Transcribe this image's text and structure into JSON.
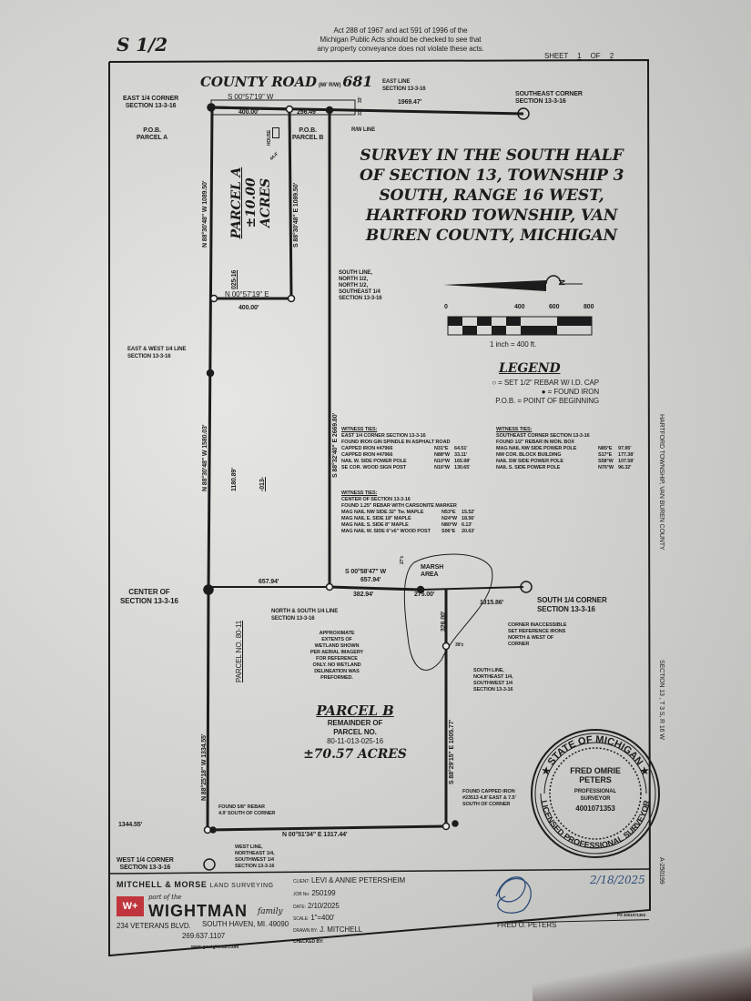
{
  "header": {
    "sheet_code": "S 1/2",
    "act_notice": [
      "Act 288 of 1967 and act 591 of 1996 of the",
      "Michigan Public Acts should be checked to see that",
      "any property conveyance does not violate these acts."
    ],
    "sheet_label": "SHEET",
    "sheet_num": "1",
    "of_label": "OF",
    "sheet_total": "2"
  },
  "road": {
    "name": "COUNTY ROAD",
    "row": "(66' R/W)",
    "number": "681",
    "bearing": "S 00°57'19\" W",
    "seg1": "400.00'",
    "seg2": "256.49'",
    "east_dist": "1969.47'",
    "row_a": "33'",
    "row_b": "33'"
  },
  "labels": {
    "east_quarter_corner": [
      "EAST 1/4 CORNER",
      "SECTION 13-3-16"
    ],
    "east_line": [
      "EAST LINE",
      "SECTION 13-3-16"
    ],
    "southeast_corner": [
      "SOUTHEAST CORNER",
      "SECTION 13-3-16"
    ],
    "pob_a": [
      "P.O.B.",
      "PARCEL A"
    ],
    "pob_b": [
      "P.O.B.",
      "PARCEL B"
    ],
    "house": "HOUSE",
    "house_dist": "44.4'",
    "rw_line": "R/W LINE",
    "south_line_north_half": [
      "SOUTH LINE,",
      "NORTH 1/2,",
      "NORTH 1/2,",
      "SOUTHEAST 1/4",
      "SECTION 13-3-16"
    ],
    "east_west_line": [
      "EAST & WEST 1/4 LINE",
      "SECTION 13-3-16"
    ],
    "center_section": [
      "CENTER OF",
      "SECTION 13-3-16"
    ],
    "north_south_line": [
      "NORTH & SOUTH 1/4 LINE",
      "SECTION 13-3-16"
    ],
    "marsh": [
      "MARSH",
      "AREA"
    ],
    "south_quarter_corner": [
      "SOUTH 1/4 CORNER",
      "SECTION 13-3-16"
    ],
    "corner_inaccessible": [
      "CORNER INACCESSIBLE",
      "SET REFERENCE IRONS",
      "NORTH & WEST OF",
      "CORNER"
    ],
    "wetland": [
      "APPROXIMATE",
      "EXTENTS OF",
      "WETLAND SHOWN",
      "PER AERIAL IMAGERY",
      "FOR REFERENCE",
      "ONLY. NO WETLAND",
      "DELINEATION WAS",
      "PREFORMED."
    ],
    "south_line_ne": [
      "SOUTH LINE,",
      "NORTHEAST 1/4,",
      "SOUTHWEST 1/4",
      "SECTION 13-3-16"
    ],
    "parcel_no_8011": "PARCEL NO. 80-11",
    "found_capped": [
      "FOUND CAPPED IRON",
      "#23513 4.8' EAST & 7.5'",
      "SOUTH OF CORNER"
    ],
    "found_rebar": [
      "FOUND 5/8\" REBAR",
      "4.9' SOUTH OF CORNER"
    ],
    "west_line": [
      "WEST LINE,",
      "NORTHEAST 1/4,",
      "SOUTHWEST 1/4",
      "SECTION 13-3-16"
    ],
    "west_quarter_corner": [
      "WEST 1/4 CORNER",
      "SECTION 13-3-16"
    ],
    "sec013": "-013-",
    "sec025": "025-16"
  },
  "dims": {
    "a_west": "N 88°30'48\" W  1089.50'",
    "a_east": "S 88°30'48\" E  1089.50'",
    "a_south_bearing": "N 00°57'19\" E",
    "a_south_dist": "400.00'",
    "east_long": "S 88°32'40\" E  2669.80'",
    "west_mid": "N 88°30'48\" W  1580.03'",
    "west_mid_part": "1180.89'",
    "center_dist": "657.94'",
    "s_bearing": "S 00°58'47\" W",
    "s_dist": "657.94'",
    "d382": "382.94'",
    "d275": "275.00'",
    "d1315": "1315.86'",
    "d326": "326.00'",
    "d27": "27'±",
    "d39": "39'±",
    "west_low": "N 88°25'18\" W  1334.55'",
    "east_low": "S 88°29'15\" E  1005.77'",
    "bottom": "N 00°51'34\" E  1317.44'",
    "d1344": "1344.55'"
  },
  "title": [
    "SURVEY IN THE SOUTH HALF",
    "OF SECTION 13, TOWNSHIP 3",
    "SOUTH, RANGE 16 WEST,",
    "HARTFORD TOWNSHIP, VAN",
    "BUREN COUNTY, MICHIGAN"
  ],
  "parcel_a": {
    "name": "PARCEL A",
    "area": "±10.00",
    "unit": "ACRES"
  },
  "parcel_b": {
    "name": "PARCEL B",
    "lines": [
      "REMAINDER OF",
      "PARCEL NO.",
      "80-11-013-025-16"
    ],
    "area": "±70.57 ACRES"
  },
  "scale": {
    "north": "N",
    "ticks": [
      "0",
      "400",
      "600",
      "800"
    ],
    "text": "1 inch = 400 ft."
  },
  "legend": {
    "title": "LEGEND",
    "items": [
      "○ = SET 1/2\" REBAR W/ I.D. CAP",
      "● = FOUND IRON",
      "P.O.B. = POINT OF BEGINNING"
    ]
  },
  "witness": [
    {
      "title": "WITNESS TIES:",
      "lines": [
        [
          "EAST 1/4 CORNER SECTION 13-3-16",
          "",
          ""
        ],
        [
          "FOUND IRON GIN SPINDLE IN ASPHALT ROAD",
          "",
          ""
        ],
        [
          "CAPPED IRON #47966",
          "N31°E",
          "64.51'"
        ],
        [
          "CAPPED IRON #47966",
          "N88°W",
          "33.11'"
        ],
        [
          "NAIL W. SIDE POWER POLE",
          "N10°W",
          "165.98'"
        ],
        [
          "SE COR. WOOD SIGN POST",
          "N16°W",
          "130.65'"
        ]
      ]
    },
    {
      "title": "WITNESS TIES:",
      "lines": [
        [
          "SOUTHEAST CORNER SECTION 13-3-16",
          "",
          ""
        ],
        [
          "FOUND 1/2\" REBAR IN MON. BOX",
          "",
          ""
        ],
        [
          "MAG NAIL NW SIDE POWER POLE",
          "N85°E",
          "97.95'"
        ],
        [
          "NW COR. BLOCK BUILDING",
          "S17°E",
          "177.38'"
        ],
        [
          "NAIL SW SIDE POWER POLE",
          "S58°W",
          "107.58'"
        ],
        [
          "NAIL S. SIDE POWER POLE",
          "N76°W",
          "96.32'"
        ]
      ]
    },
    {
      "title": "WITNESS TIES:",
      "lines": [
        [
          "CENTER OF SECTION 13-3-16",
          "",
          ""
        ],
        [
          "FOUND 1.25\" REBAR WITH CARSONITE MARKER",
          "",
          ""
        ],
        [
          "MAG NAIL NW SIDE 32\" Tw. MAPLE",
          "N53°E",
          "15.52'"
        ],
        [
          "MAG NAIL E. SIDE 18\" MAPLE",
          "N24°W",
          "18.56'"
        ],
        [
          "MAG NAIL S. SIDE 8\" MAPLE",
          "N80°W",
          "6.13'"
        ],
        [
          "MAG NAIL W. SIDE 6\"x6\" WOOD POST",
          "S06°E",
          "20.63'"
        ]
      ]
    }
  ],
  "margin": {
    "location": "HARTFORD TOWNSHIP, VAN BUREN COUNTY",
    "section": "SECTION  13 , T  3  S, R  16  W",
    "drawing_no": "A-250199"
  },
  "seal": {
    "ring_top": "STATE OF MICHIGAN",
    "ring_bottom": "LICENSED PROFESSIONAL SURVEYOR",
    "name1": "FRED OMRIE",
    "name2": "PETERS",
    "title1": "PROFESSIONAL",
    "title2": "SURVEYOR",
    "license": "4001071353"
  },
  "title_block": {
    "company": "MITCHELL & MORSE",
    "company_sub": "LAND SURVEYING",
    "part_of": "part of the",
    "logo": "W+",
    "brand": "WIGHTMAN",
    "family": "family",
    "address": "234 VETERANS BLVD.",
    "city": "SOUTH HAVEN, MI. 49090",
    "phone": "269.637.1107",
    "web": "www.gowightman.com",
    "client_label": "CLIENT:",
    "client": "LEVI & ANNIE PETERSHEIM",
    "job_label": "JOB No:",
    "job": "250199",
    "date_label": "DATE:",
    "date": "2/10/2025",
    "scale_label": "SCALE:",
    "scale": "1\"=400'",
    "drawn_label": "DRAWN BY:",
    "drawn": "J. MITCHELL",
    "checked_label": "CHECKED BY:",
    "signer": "FRED O. PETERS",
    "sign_date": "2/18/2025",
    "ps": "PS 4001071353"
  },
  "colors": {
    "ink": "#1c1c1c",
    "logo_red": "#c0343c",
    "pen_blue": "#2f4d7a"
  }
}
